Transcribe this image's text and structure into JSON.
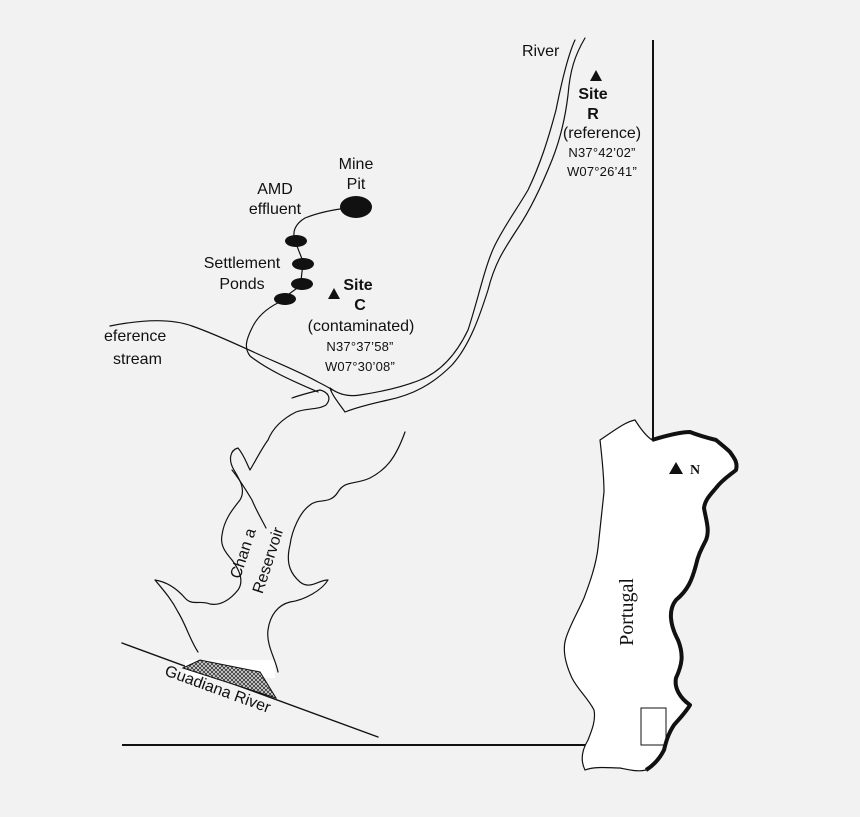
{
  "labels": {
    "river": "River",
    "site_r_1": "Site",
    "site_r_2": "R",
    "site_r_3": "(reference)",
    "site_r_lat": "N37°42’02”",
    "site_r_lon": "W07°26’41”",
    "mine_1": "Mine",
    "mine_2": "Pit",
    "amd_1": "AMD",
    "amd_2": "effluent",
    "settle_1": "Settlement",
    "settle_2": "Ponds",
    "site_c_1": "Site",
    "site_c_2": "C",
    "site_c_3": "(contaminated)",
    "site_c_lat": "N37°37’58”",
    "site_c_lon": "W07°30’08”",
    "ref_1": "eference",
    "ref_2": "stream",
    "reservoir_1": "Chan a",
    "reservoir_2": "Reservoir",
    "guadiana": "Guadiana River",
    "portugal": "Portugal",
    "north": "N"
  },
  "colors": {
    "background": "#f2f2f2",
    "ink": "#111111",
    "land": "#ffffff"
  }
}
